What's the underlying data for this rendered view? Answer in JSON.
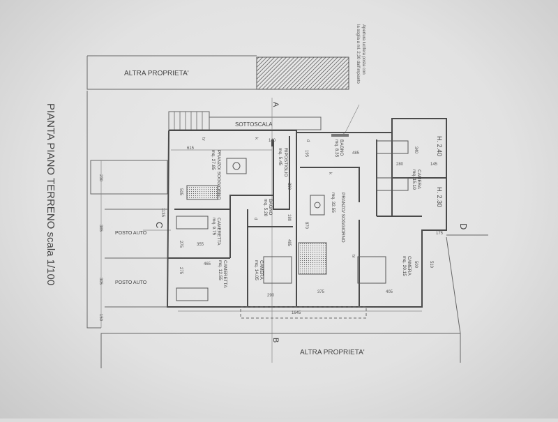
{
  "title": "PIANTA PIANO TERRENO scala 1/100",
  "neighbors": {
    "top": "ALTRA PROPRIETA'",
    "bottom": "ALTRA PROPRIETA'"
  },
  "note": [
    "Apertura lucifera posta con",
    "la soglia a ml. 2,30 dall'impianto"
  ],
  "sottoscala": "SOTTOSCALA",
  "sections": {
    "a": "A",
    "b": "B",
    "c": "C",
    "d": "D"
  },
  "parking": [
    "POSTO AUTO",
    "POSTO AUTO"
  ],
  "heights": [
    "H. 2.40",
    "H. 2.30"
  ],
  "rooms_left": [
    {
      "name": "PRANZO/ SOGGIORNO",
      "area": "mq. 27.85"
    },
    {
      "name": "RIPOSTIGLIO",
      "area": "mq. 5.45"
    },
    {
      "name": "BAGNO",
      "area": "mq. 5.20"
    },
    {
      "name": "CAMERETTA",
      "area": "mq. 9.75"
    },
    {
      "name": "CAMERETTA",
      "area": "mq. 12.55"
    },
    {
      "name": "CAMERA",
      "area": "mq. 14.05"
    }
  ],
  "rooms_right": [
    {
      "name": "BAGNO",
      "area": "mq. 8.35"
    },
    {
      "name": "PRANZO/ SOGGIORNO",
      "area": "mq. 32.55"
    },
    {
      "name": "CAMERA",
      "area": "mq. 15.10"
    },
    {
      "name": "CAMERA",
      "area": "mq. 20.15"
    }
  ],
  "dimensions": {
    "d615": "615",
    "d140": "140",
    "d390": "390",
    "d505": "505",
    "d180": "180",
    "d485a": "485",
    "d275a": "275",
    "d355": "355",
    "d465": "465",
    "d275b": "275",
    "d290": "290",
    "d195": "195",
    "d485b": "485",
    "d340": "340",
    "d280": "280",
    "d145": "145",
    "d870": "870",
    "d375": "375",
    "d405": "405",
    "d500": "500",
    "d510": "510",
    "d175": "175",
    "d1645": "1645",
    "d230": "230",
    "d1135": "1135",
    "d385": "385",
    "d305": "305",
    "d150": "150"
  },
  "fixture_labels": {
    "tv1": "tv",
    "k1": "k",
    "k2": "k",
    "tv2": "tv",
    "d1": "d",
    "d2": "d"
  }
}
